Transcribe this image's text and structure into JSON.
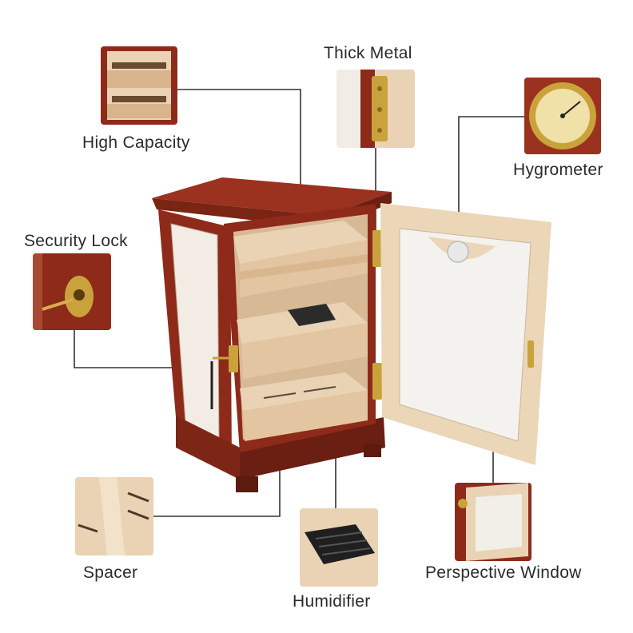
{
  "labels": {
    "high_capacity": "High Capacity",
    "thick_metal": "Thick Metal",
    "hygrometer": "Hygrometer",
    "security_lock": "Security Lock",
    "spacer": "Spacer",
    "humidifier": "Humidifier",
    "perspective_window": "Perspective Window"
  },
  "colors": {
    "mahogany": "#8e2a1a",
    "cedar": "#e8cfb0",
    "brass": "#c9a23b",
    "leader_line": "#333333",
    "glass": "#f4f2ee"
  }
}
